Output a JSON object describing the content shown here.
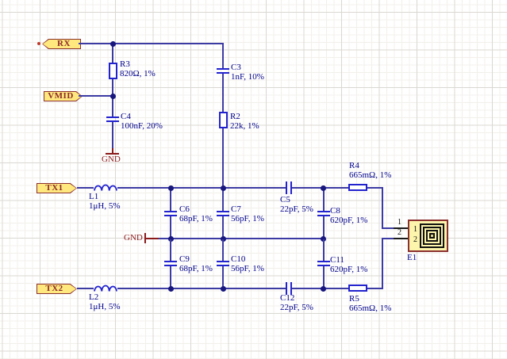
{
  "ports": [
    {
      "label": "RX"
    },
    {
      "label": "VMID"
    },
    {
      "label": "TX1"
    },
    {
      "label": "TX2"
    }
  ],
  "power_ports": [
    {
      "label": "GND"
    },
    {
      "label": "GND"
    }
  ],
  "components": [
    {
      "ref": "R3",
      "value": "820Ω, 1%"
    },
    {
      "ref": "C3",
      "value": "1nF, 10%"
    },
    {
      "ref": "C4",
      "value": "100nF, 20%"
    },
    {
      "ref": "R2",
      "value": "22k, 1%"
    },
    {
      "ref": "L1",
      "value": "1μH, 5%"
    },
    {
      "ref": "C6",
      "value": "68pF, 1%"
    },
    {
      "ref": "C7",
      "value": "56pF, 1%"
    },
    {
      "ref": "C5",
      "value": "22pF, 5%"
    },
    {
      "ref": "C8",
      "value": "620pF, 1%"
    },
    {
      "ref": "R4",
      "value": "665mΩ, 1%"
    },
    {
      "ref": "C9",
      "value": "68pF, 1%"
    },
    {
      "ref": "C10",
      "value": "56pF, 1%"
    },
    {
      "ref": "C11",
      "value": "620pF, 1%"
    },
    {
      "ref": "C12",
      "value": "22pF, 5%"
    },
    {
      "ref": "L2",
      "value": "1μH, 5%"
    },
    {
      "ref": "R5",
      "value": "665mΩ, 1%"
    }
  ],
  "connector": {
    "ref": "E1",
    "pin1": "1",
    "pin2": "2"
  },
  "colors": {
    "wire": "#3b3ba3",
    "junction": "#17177e",
    "component": "#2222cf",
    "label_text": "#00008b",
    "ground": "#8b1a1a",
    "port_fill": "#ffe87d",
    "port_border": "#8b2f2f",
    "part_fill": "#fcf5ab"
  }
}
